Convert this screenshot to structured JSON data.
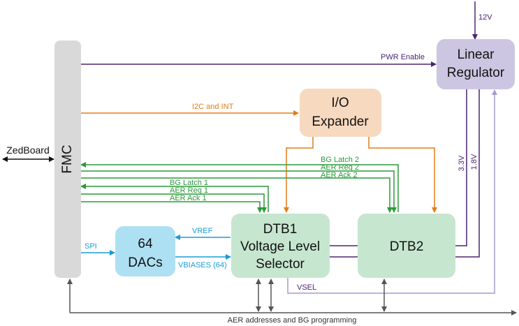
{
  "colors": {
    "purple": "#4b2472",
    "orange": "#e07d1a",
    "green": "#2a9a3a",
    "blue": "#1a9ad6",
    "gray": "#555555",
    "lavender": "#a99ad0",
    "fmc_fill": "#d9d9d9",
    "regulator_fill": "#cdc6e2",
    "expander_fill": "#f6d9bf",
    "dacs_fill": "#aee0f3",
    "dtb_fill": "#c6e6cf"
  },
  "blocks": {
    "fmc": "FMC",
    "zedboard": "ZedBoard",
    "regulator": [
      "Linear",
      "Regulator"
    ],
    "expander": [
      "I/O",
      "Expander"
    ],
    "dacs": [
      "64",
      "DACs"
    ],
    "dtb1": [
      "DTB1",
      "Voltage Level",
      "Selector"
    ],
    "dtb2": "DTB2"
  },
  "signals": {
    "v12": "12V",
    "pwr_enable": "PWR Enable",
    "i2c": "I2C and INT",
    "bg_latch_2": "BG Latch 2",
    "aer_req_2": "AER Req 2",
    "aer_ack_2": "AER Ack 2",
    "bg_latch_1": "BG Latch 1",
    "aer_req_1": "AER Req 1",
    "aer_ack_1": "AER Ack 1",
    "v33": "3.3V",
    "v18": "1.8V",
    "spi": "SPI",
    "vref": "VREF",
    "vbiases": "VBIASES (64)",
    "vsel": "VSEL",
    "bus": "AER addresses and BG programming"
  }
}
